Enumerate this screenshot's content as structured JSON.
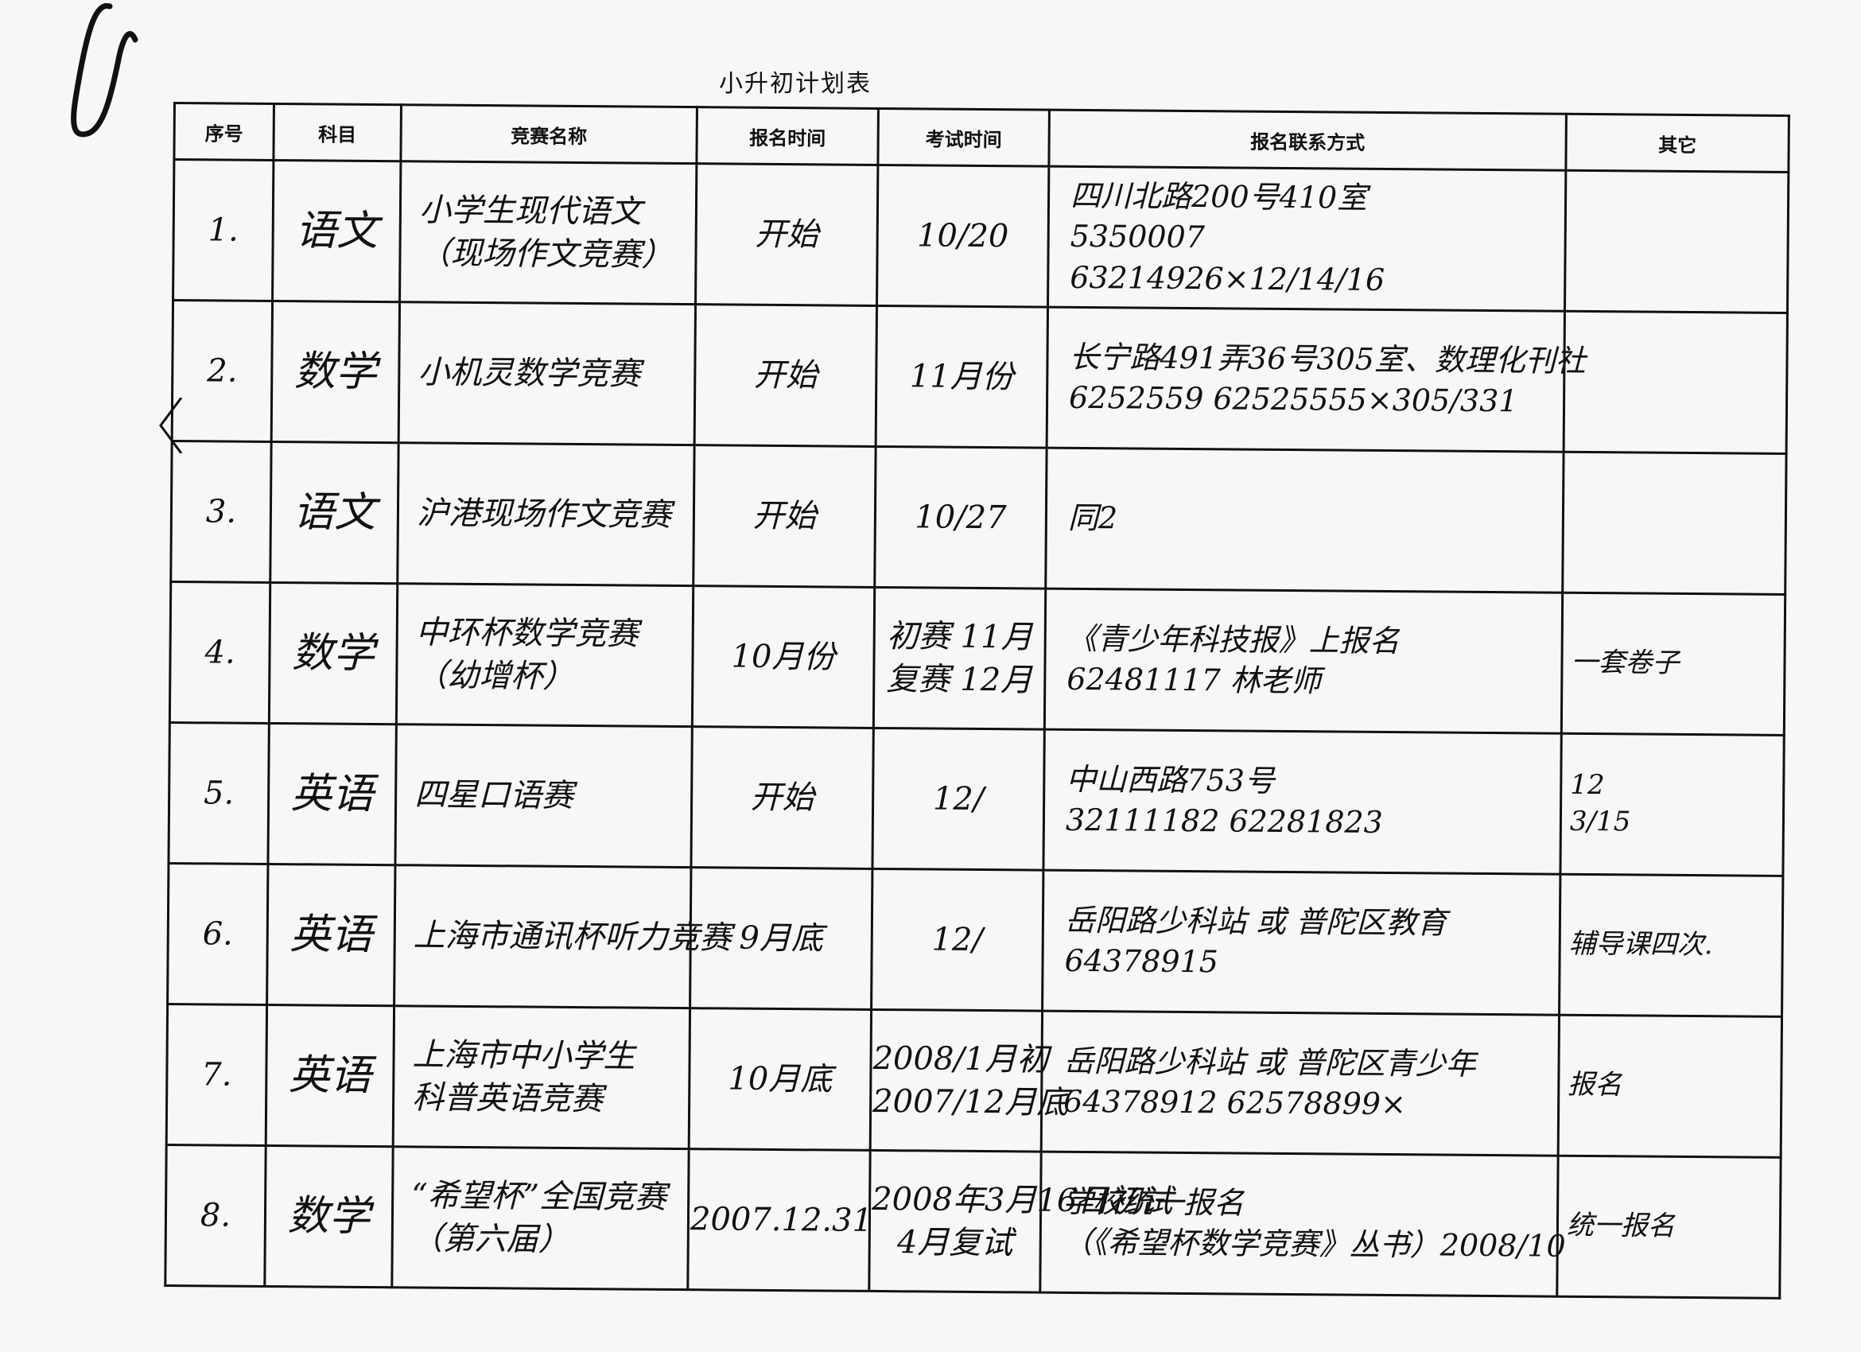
{
  "title": "小升初计划表",
  "headers": {
    "index": "序号",
    "subject": "科目",
    "competition": "竞赛名称",
    "register_time": "报名时间",
    "exam_time": "考试时间",
    "contact": "报名联系方式",
    "other": "其它"
  },
  "rows": [
    {
      "index": "1.",
      "subject": "语文",
      "competition": [
        "小学生现代语文",
        "（现场作文竞赛）"
      ],
      "register_time": [
        "开始"
      ],
      "exam_time": [
        "10/20"
      ],
      "contact": [
        "四川北路200号410室",
        "5350007",
        "63214926×12/14/16"
      ],
      "other": [
        ""
      ]
    },
    {
      "index": "2.",
      "subject": "数学",
      "competition": [
        "小机灵数学竞赛"
      ],
      "register_time": [
        "开始"
      ],
      "exam_time": [
        "11月份"
      ],
      "contact": [
        "长宁路491弄36号305室、数理化刊社",
        "6252559    62525555×305/331"
      ],
      "other": [
        ""
      ]
    },
    {
      "index": "3.",
      "subject": "语文",
      "competition": [
        "沪港现场作文竞赛"
      ],
      "register_time": [
        "开始"
      ],
      "exam_time": [
        "10/27"
      ],
      "contact": [
        "同2"
      ],
      "other": [
        ""
      ]
    },
    {
      "index": "4.",
      "subject": "数学",
      "competition": [
        "中环杯数学竞赛",
        "（幼增杯）"
      ],
      "register_time": [
        "10月份"
      ],
      "exam_time": [
        "初赛 11月",
        "复赛 12月"
      ],
      "contact": [
        "《青少年科技报》上报名",
        "62481117 林老师"
      ],
      "other": [
        "一套卷子",
        ""
      ]
    },
    {
      "index": "5.",
      "subject": "英语",
      "competition": [
        "四星口语赛"
      ],
      "register_time": [
        "开始"
      ],
      "exam_time": [
        "12/"
      ],
      "contact": [
        "中山西路753号",
        "32111182    62281823"
      ],
      "other": [
        "12",
        "3/15"
      ]
    },
    {
      "index": "6.",
      "subject": "英语",
      "competition": [
        "上海市通讯杯听力竞赛"
      ],
      "register_time": [
        "9月底"
      ],
      "exam_time": [
        "12/"
      ],
      "contact": [
        "岳阳路少科站 或  普陀区教育",
        "64378915"
      ],
      "other": [
        "辅导课四次."
      ]
    },
    {
      "index": "7.",
      "subject": "英语",
      "competition": [
        "上海市中小学生",
        "科普英语竞赛"
      ],
      "register_time": [
        "10月底"
      ],
      "exam_time": [
        "2008/1月初",
        "2007/12月底"
      ],
      "contact": [
        "岳阳路少科站 或 普陀区青少年",
        "64378912        62578899×"
      ],
      "other": [
        "报名"
      ]
    },
    {
      "index": "8.",
      "subject": "数学",
      "competition": [
        "“希望杯”全国竞赛",
        "（第六届）"
      ],
      "register_time": [
        "2007.12.31"
      ],
      "exam_time": [
        "2008年3月16日初试",
        "4月复试"
      ],
      "contact": [
        "学校统一报名",
        "（《希望杯数学竞赛》丛书）2008/10"
      ],
      "other": [
        "统一报名"
      ]
    }
  ]
}
